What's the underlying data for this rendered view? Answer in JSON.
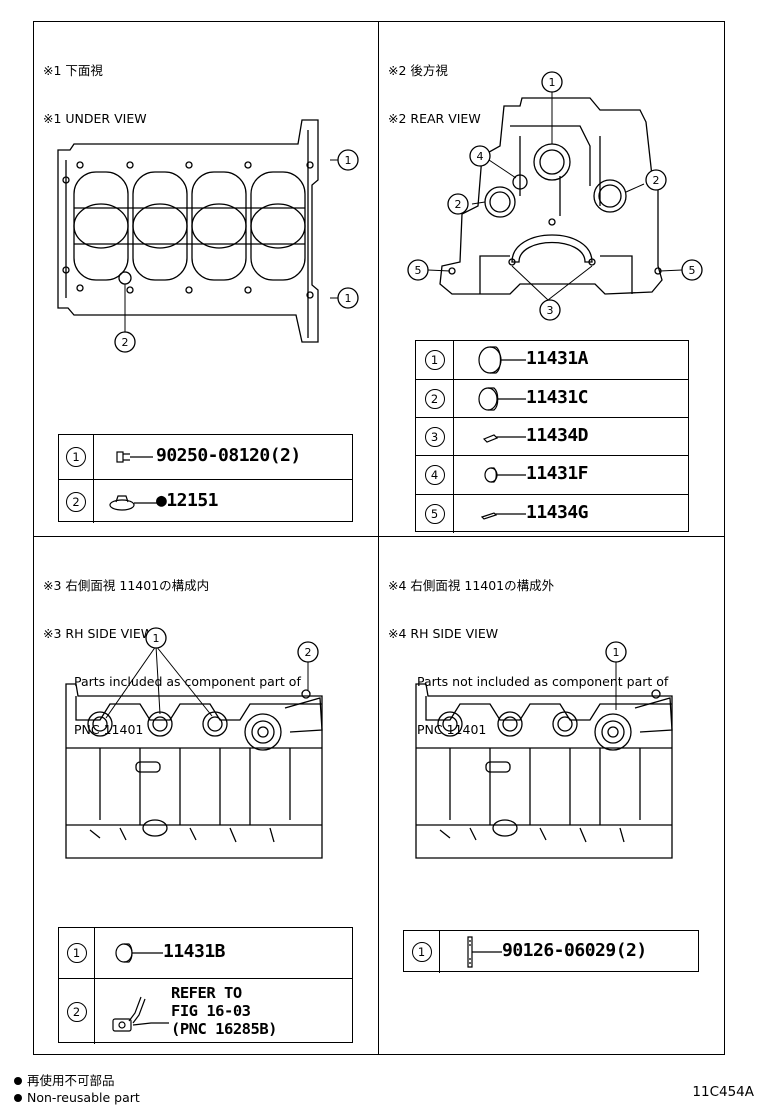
{
  "panels": {
    "under": {
      "caption_ja": "※1 下面視",
      "caption_en": "※1 UNDER VIEW",
      "callouts": [
        "1",
        "1",
        "2"
      ],
      "parts": [
        {
          "num": "1",
          "part": "90250-08120(2)"
        },
        {
          "num": "2",
          "part": "●12151"
        }
      ]
    },
    "rear": {
      "caption_ja": "※2 後方視",
      "caption_en": "※2 REAR VIEW",
      "callouts": [
        "1",
        "2",
        "2",
        "3",
        "4",
        "5",
        "5"
      ],
      "parts": [
        {
          "num": "1",
          "part": "11431A"
        },
        {
          "num": "2",
          "part": "11431C"
        },
        {
          "num": "3",
          "part": "11434D"
        },
        {
          "num": "4",
          "part": "11431F"
        },
        {
          "num": "5",
          "part": "11434G"
        }
      ]
    },
    "rh_in": {
      "caption_ja": "※3 右側面視 11401の構成内",
      "caption_en": "※3 RH SIDE VIEW",
      "caption_en2": "Parts included as component part of",
      "caption_en3": "PNC 11401",
      "callouts": [
        "1",
        "2"
      ],
      "parts": [
        {
          "num": "1",
          "part": "11431B"
        },
        {
          "num": "2",
          "ref1": "REFER TO",
          "ref2": "FIG 16-03",
          "ref3": "(PNC 16285B)"
        }
      ]
    },
    "rh_out": {
      "caption_ja": "※4 右側面視 11401の構成外",
      "caption_en": "※4 RH SIDE VIEW",
      "caption_en2": "Parts not included as component part of",
      "caption_en3": "PNC 11401",
      "callouts": [
        "1"
      ],
      "parts": [
        {
          "num": "1",
          "part": "90126-06029(2)"
        }
      ]
    }
  },
  "legend": {
    "ja": "再使用不可部品",
    "en": "Non-reusable part"
  },
  "drawing_code": "11C454A"
}
